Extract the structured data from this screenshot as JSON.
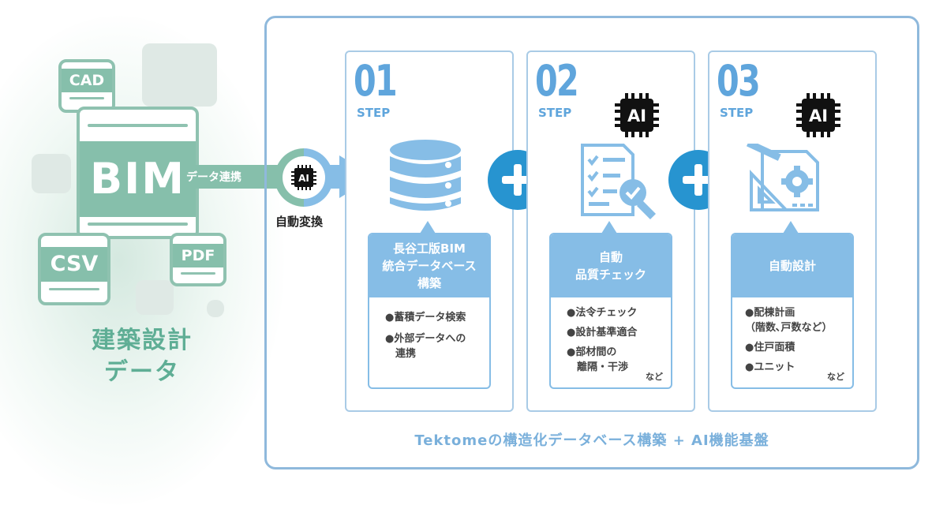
{
  "left": {
    "files": {
      "cad": "CAD",
      "bim": "BIM",
      "csv": "CSV",
      "pdf": "PDF"
    },
    "data_label_line1": "建築設計",
    "data_label_line2": "データ"
  },
  "link": {
    "label": "データ連携",
    "ai_badge": "AI",
    "conversion_label": "自動変換"
  },
  "steps": [
    {
      "number": "01",
      "step_label": "STEP",
      "title_lines": [
        "長谷工版BIM",
        "統合データベース",
        "構築"
      ],
      "items": [
        "●蓄積データ検索",
        "●外部データへの\n　連携"
      ],
      "suffix": ""
    },
    {
      "number": "02",
      "step_label": "STEP",
      "ai_badge": "AI",
      "title_lines": [
        "自動",
        "品質チェック"
      ],
      "items": [
        "●法令チェック",
        "●設計基準適合",
        "●部材間の\n　離隔・干渉"
      ],
      "suffix": "など"
    },
    {
      "number": "03",
      "step_label": "STEP",
      "ai_badge": "AI",
      "title_lines": [
        "自動設計"
      ],
      "items": [
        "●配棟計画\n（階数､戸数など）",
        "●住戸面積",
        "●ユニット"
      ],
      "suffix": "など"
    }
  ],
  "footer": "Tektomeの構造化データベース構築 + AI機能基盤",
  "colors": {
    "green": "#86bfab",
    "blue_accent": "#2794d0",
    "blue_light": "#86bde6",
    "frame": "#8fb9dc"
  }
}
